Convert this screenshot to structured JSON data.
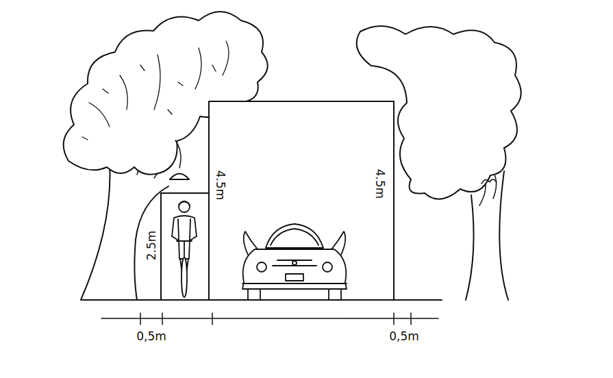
{
  "diagram": {
    "labels": [
      "2.5m",
      "4.5m",
      "4.5m",
      "0,5m",
      "0,5m"
    ]
  }
}
